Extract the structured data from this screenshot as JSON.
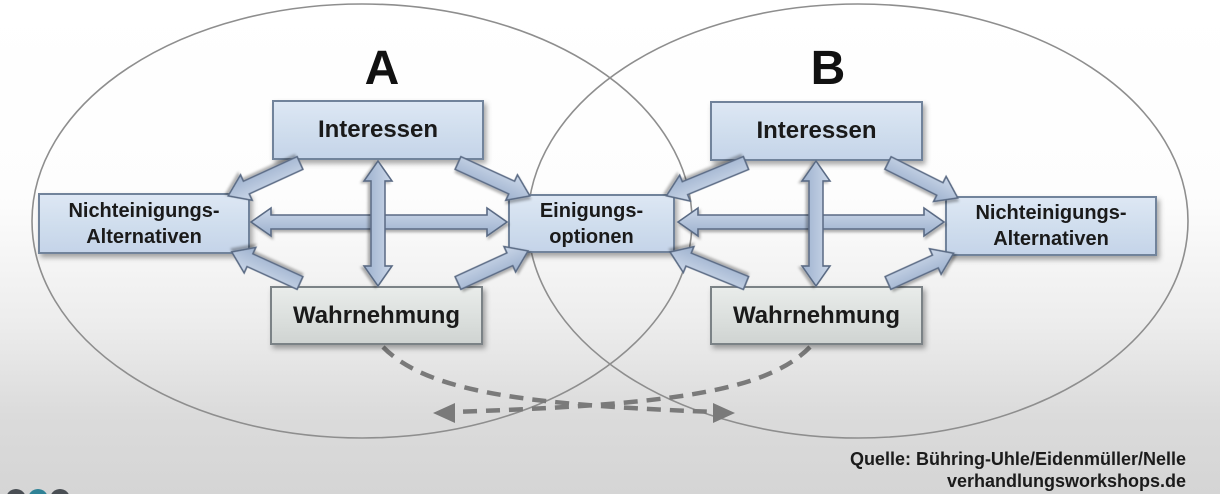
{
  "diagram": {
    "title_labels": {
      "party_a": "A",
      "party_b": "B"
    },
    "party_a": {
      "interessen": "Interessen",
      "alternativen_line1": "Nichteinigungs-",
      "alternativen_line2": "Alternativen",
      "wahrnehmung": "Wahrnehmung"
    },
    "party_b": {
      "interessen": "Interessen",
      "alternativen_line1": "Nichteinigungs-",
      "alternativen_line2": "Alternativen",
      "wahrnehmung": "Wahrnehmung"
    },
    "center": {
      "einigungsoptionen_line1": "Einigungs-",
      "einigungsoptionen_line2": "optionen"
    },
    "source": {
      "line1": "Quelle: Bühring-Uhle/Eidenmüller/Nelle",
      "line2": "verhandlungsworkshops.de"
    },
    "colors": {
      "box_blue_fill": "#d3dfef",
      "box_gray_fill": "#dde1df",
      "box_border_blue": "#71839b",
      "box_border_gray": "#7b8286",
      "arrow_fill": "#aec0d9",
      "arrow_outline": "#5a6b84",
      "dashed_arrow": "#7a7a7a",
      "ellipse_stroke": "#8e8e8e",
      "logo_dot_teal": "#2f8296",
      "logo_dot_gray": "#4a4f54",
      "text": "#1b1b1b"
    }
  }
}
